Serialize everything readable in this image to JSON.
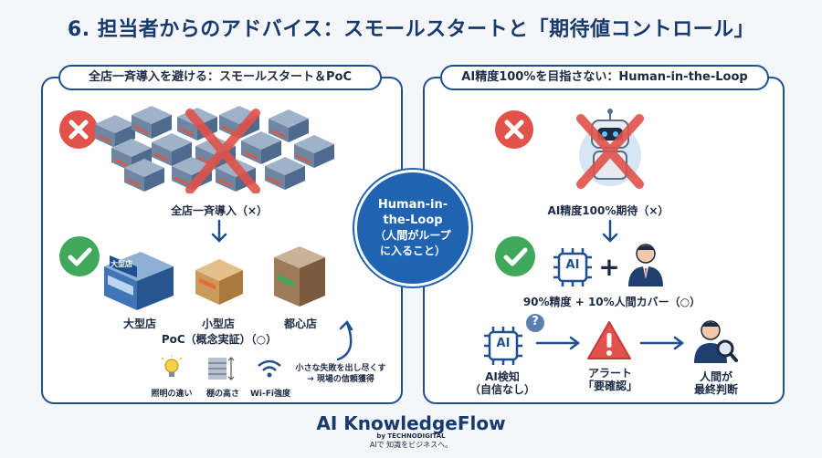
{
  "title": "6. 担当者からのアドバイス：スモールスタートと「期待値コントロール」",
  "left_panel": {
    "title": "全店一斉導入を避ける：スモールスタート＆PoC",
    "bad_caption": "全店一斉導入（×）",
    "stores": [
      "大型店",
      "小型店",
      "都心店"
    ],
    "store_sign": "大型店",
    "poc_caption": "PoC（概念実証）（○）",
    "note": [
      "小さな失敗を出し尽くす",
      "→ 現場の信頼獲得"
    ],
    "factors": [
      "照明の違い",
      "棚の高さ",
      "Wi-Fi強度"
    ]
  },
  "center": {
    "lines": [
      "Human-in-",
      "the-Loop",
      "（人間がループ",
      "に入ること）"
    ]
  },
  "right_panel": {
    "title": "AI精度100%を目指さない：Human-in-the-Loop",
    "bad_caption": "AI精度100%期待（×）",
    "chip_label": "AI",
    "plus": "+",
    "good_caption": "90%精度 + 10%人間カバー（○）",
    "question": "?",
    "flow": [
      {
        "lines": [
          "AI検知",
          "（自信なし）"
        ]
      },
      {
        "lines": [
          "アラート",
          "「要確認」"
        ]
      },
      {
        "lines": [
          "人間が",
          "最終判断"
        ]
      }
    ]
  },
  "footer": {
    "logo_ai": "AI ",
    "logo_name": "KnowledgeFlow",
    "by": "by TECHNODIGITAL",
    "tagline": "AIで 知識をビジネスへ。"
  },
  "colors": {
    "primary": "#1f4f8f",
    "accent": "#1f63b2",
    "bad": "#e0524a",
    "good": "#3fa85a"
  }
}
